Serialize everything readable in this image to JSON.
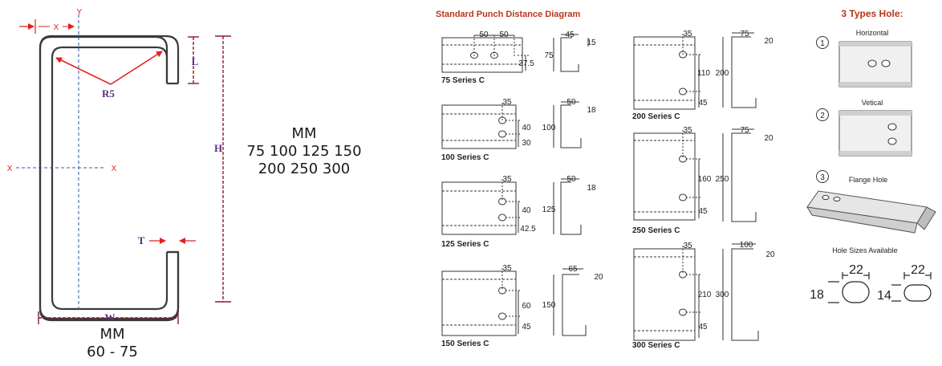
{
  "c_profile": {
    "axis_y": "Y",
    "axis_x_left": "X",
    "axis_x_right": "X",
    "dim_x": "X",
    "dim_l": "L",
    "dim_h": "H",
    "dim_t": "T",
    "dim_w": "W",
    "radius": "R5"
  },
  "height_options": {
    "unit": "MM",
    "line1": "75 100 125 150",
    "line2": "200 250 300"
  },
  "width_options": {
    "unit": "MM",
    "range": "60 - 75"
  },
  "punch_diagram": {
    "title": "Standard Punch Distance Diagram",
    "s75": {
      "label": "75 Series C",
      "d1": "50",
      "d2": "50",
      "bottom": "37.5",
      "flange": "45",
      "lip": "15",
      "height": "75"
    },
    "s100": {
      "label": "100 Series C",
      "top": "35",
      "spacing": "40",
      "bottom": "30",
      "flange": "50",
      "lip": "18",
      "height": "100"
    },
    "s125": {
      "label": "125 Series C",
      "top": "35",
      "spacing": "40",
      "bottom": "42.5",
      "flange": "50",
      "lip": "18",
      "height": "125"
    },
    "s150": {
      "label": "150 Series C",
      "top": "35",
      "spacing": "60",
      "bottom": "45",
      "flange": "65",
      "lip": "20",
      "height": "150"
    },
    "s200": {
      "label": "200 Series C",
      "top": "35",
      "spacing": "110",
      "bottom": "45",
      "flange": "75",
      "lip": "20",
      "height": "200"
    },
    "s250": {
      "label": "250 Series C",
      "top": "35",
      "spacing": "160",
      "bottom": "45",
      "flange": "75",
      "lip": "20",
      "height": "250"
    },
    "s300": {
      "label": "300 Series C",
      "top": "35",
      "spacing": "210",
      "bottom": "45",
      "flange": "100",
      "lip": "20",
      "height": "300"
    }
  },
  "hole_types": {
    "title": "3 Types Hole:",
    "n1": "1",
    "t1": "Horizontal",
    "n2": "2",
    "t2": "Vetical",
    "n3": "3",
    "t3": "Flange Hole",
    "sizes_title": "Hole Sizes Available",
    "size_a_w": "22",
    "size_a_h": "18",
    "size_b_w": "22",
    "size_b_h": "14"
  },
  "colors": {
    "dim_red": "#e02020",
    "label_purple": "#5b2d82",
    "dim_maroon": "#8b1a2b",
    "axis_blue": "#2c5aa0",
    "title_red": "#b8361a"
  }
}
